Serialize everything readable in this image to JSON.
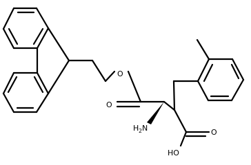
{
  "diagram_type": "chemical-structure",
  "atom_labels": {
    "ester_oxygen": "O",
    "carbonyl_oxygen": "O",
    "acid_carbonyl_oxygen": "O",
    "amine_N": "N",
    "amine_H": "H",
    "amine_sub": "2",
    "acid_hydroxyl": "HO"
  }
}
